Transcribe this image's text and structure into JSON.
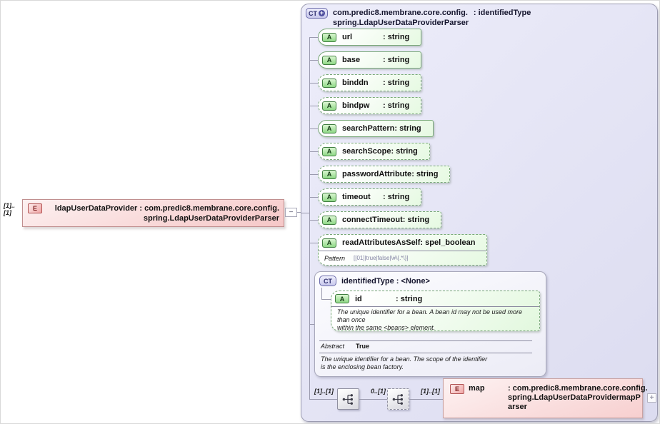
{
  "icons": {
    "collapse_glyph": "−",
    "expand_glyph": "+"
  },
  "root_element": {
    "cardinality": "[1]..[1]",
    "kind": "E",
    "name": "ldapUserDataProvider",
    "type_line1": " : com.predic8.membrane.core.config.",
    "type_line2": "spring.LdapUserDataProviderParser"
  },
  "complex_type": {
    "kind": "CT",
    "title_name": "com.predic8.membrane.core.config.",
    "title_suffix": ": identifiedType",
    "title_line2": "spring.LdapUserDataProviderParser",
    "attributes": [
      {
        "kind": "A",
        "name": "url",
        "type": ": string",
        "style": "solid"
      },
      {
        "kind": "A",
        "name": "base",
        "type": ": string",
        "style": "solid"
      },
      {
        "kind": "A",
        "name": "binddn",
        "type": ": string",
        "style": "dashed"
      },
      {
        "kind": "A",
        "name": "bindpw",
        "type": ": string",
        "style": "dashed"
      },
      {
        "kind": "A",
        "name": "searchPattern",
        "type": ": string",
        "style": "solid"
      },
      {
        "kind": "A",
        "name": "searchScope",
        "type": ": string",
        "style": "dashed"
      },
      {
        "kind": "A",
        "name": "passwordAttribute",
        "type": ": string",
        "style": "dashed"
      },
      {
        "kind": "A",
        "name": "timeout",
        "type": ": string",
        "style": "dashed"
      },
      {
        "kind": "A",
        "name": "connectTimeout",
        "type": ": string",
        "style": "dashed"
      },
      {
        "kind": "A",
        "name": "readAttributesAsSelf",
        "type": ": spel_boolean",
        "style": "dashed",
        "facet": {
          "label": "Pattern",
          "value": "[[01]|true|false|\\#\\{.*\\}]"
        }
      }
    ],
    "base_type": {
      "kind": "CT",
      "title": "identifiedType : <None>",
      "attribute": {
        "kind": "A",
        "name": "id",
        "type": ": string",
        "doc": "The unique identifier for a bean. A bean id may not be used more than once\nwithin the same <beans> element."
      },
      "abstract_label": "Abstract",
      "abstract_value": "True",
      "doc": "The unique identifier for a bean. The scope of the identifier\nis the enclosing bean factory."
    },
    "content_model": {
      "group1_cardinality": "[1]..[1]",
      "group2_cardinality": "0..[1]",
      "element_cardinality": "[1]..[1]",
      "element": {
        "kind": "E",
        "name": "map",
        "type_lines": [
          ": com.predic8.membrane.core.config.",
          "spring.LdapUserDataProvidermapP",
          "arser"
        ]
      }
    }
  }
}
